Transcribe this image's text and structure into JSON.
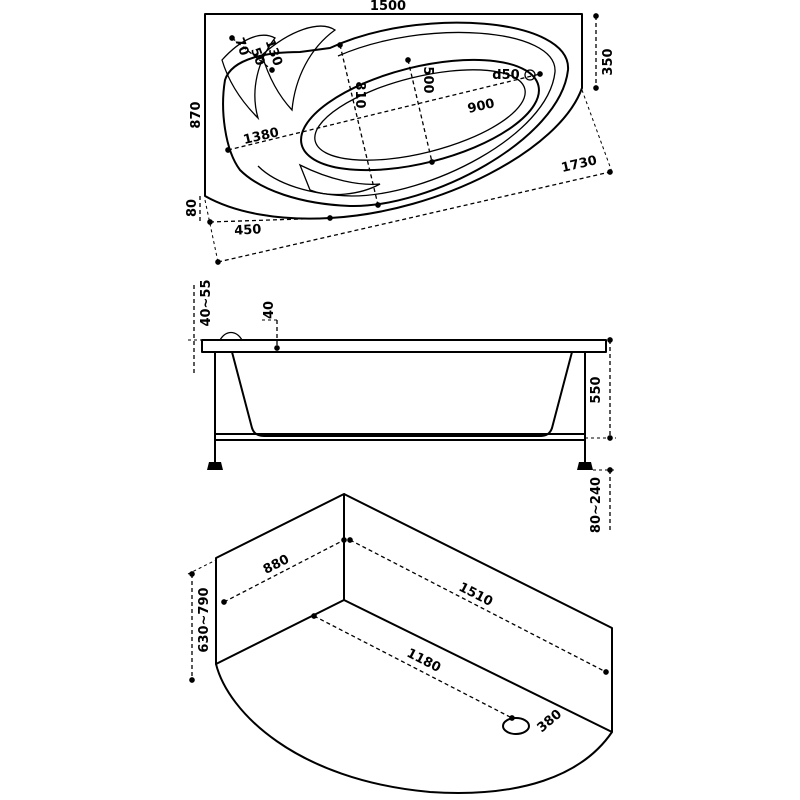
{
  "top_view": {
    "width": "1500",
    "height": "870",
    "corner_depth": "350",
    "diagonal": "1730",
    "major_axis": "1380",
    "basin_length": "900",
    "basin_width": "500",
    "bowl_width": "810",
    "drain": "d50",
    "lower_offset": "80",
    "lower_segment": "450",
    "headrest_1": "70",
    "headrest_2": "50",
    "headrest_3": "130"
  },
  "side_view": {
    "rim_range": "40~55",
    "rim_thickness": "40",
    "depth": "550",
    "leg_range": "80~240"
  },
  "panel_view": {
    "panel_height": "630~790",
    "short_side": "880",
    "long_side": "1510",
    "base_length": "1180",
    "drain_offset": "380"
  }
}
